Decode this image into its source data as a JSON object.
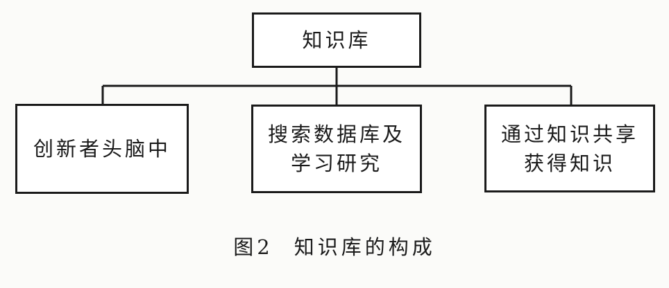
{
  "diagram": {
    "root": {
      "label": "知识库"
    },
    "children": [
      {
        "lines": [
          "创新者头脑中"
        ]
      },
      {
        "lines": [
          "搜索数据库及",
          "学习研究"
        ]
      },
      {
        "lines": [
          "通过知识共享",
          "获得知识"
        ]
      }
    ]
  },
  "caption": {
    "figure_number": "图2",
    "title": "知识库的构成"
  }
}
